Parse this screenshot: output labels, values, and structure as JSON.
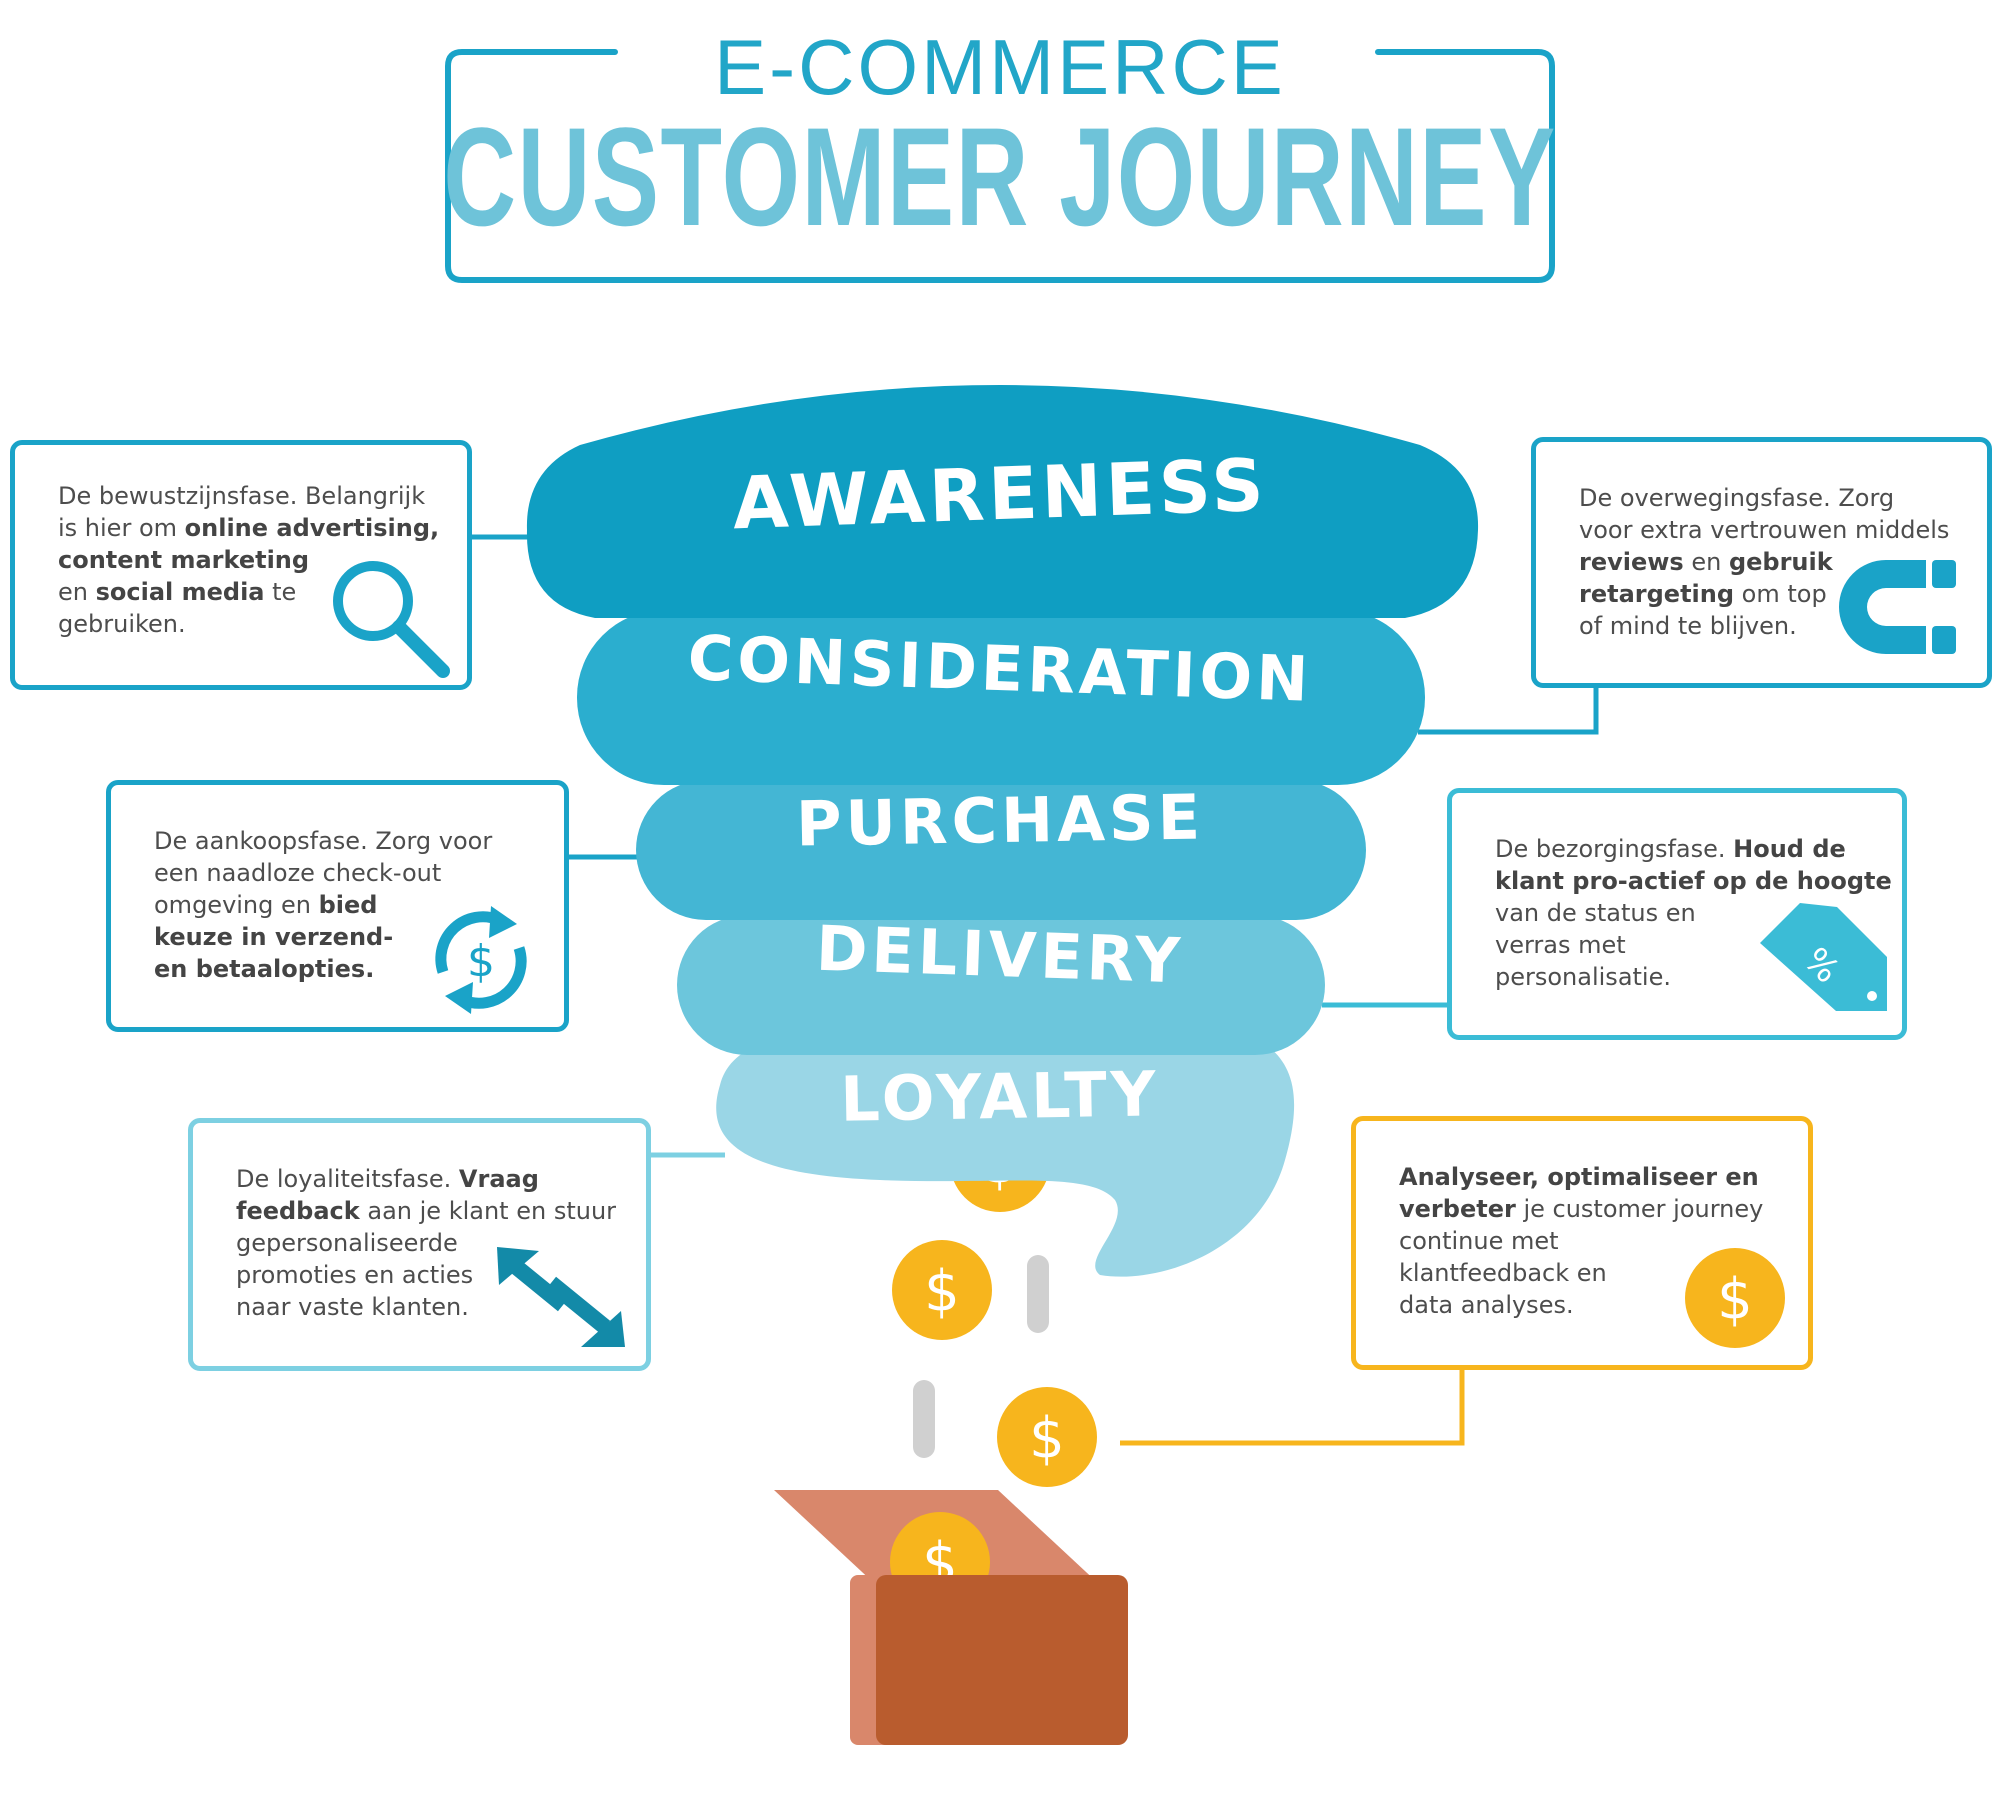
{
  "title": {
    "top": "E-COMMERCE",
    "main": "CUSTOMER JOURNEY"
  },
  "stages": [
    {
      "label": "AWARENESS",
      "color": "#0f9ec2"
    },
    {
      "label": "CONSIDERATION",
      "color": "#2baecf"
    },
    {
      "label": "PURCHASE",
      "color": "#44b6d4"
    },
    {
      "label": "DELIVERY",
      "color": "#6cc6dc"
    },
    {
      "label": "LOYALTY",
      "color": "#9ad6e6"
    }
  ],
  "boxes": {
    "awareness": {
      "p1": "De bewustzijnsfase. Belangrijk",
      "p2": "is hier om ",
      "b1": "online advertising,",
      "b2": "content marketing",
      "p3": "en ",
      "b3": "social media",
      "p4": " te",
      "p5": "gebruiken.",
      "icon": "search-icon",
      "color": "#1aa3c8"
    },
    "consideration": {
      "p1": "De overwegingsfase. Zorg",
      "p2": "voor extra vertrouwen middels",
      "b1": "reviews",
      "p3": " en ",
      "b2": "gebruik",
      "b3": "retargeting",
      "p4": " om top",
      "p5": "of mind te blijven.",
      "icon": "magnet-icon",
      "color": "#1aa3c8"
    },
    "purchase": {
      "p1": "De aankoopsfase. Zorg voor",
      "p2": "een naadloze check-out",
      "p3": "omgeving en ",
      "b1": "bied",
      "b2": "keuze in verzend-",
      "b3": "en betaalopties.",
      "icon": "dollar-cycle-icon",
      "color": "#1aa3c8"
    },
    "delivery": {
      "p1": "De bezorgingsfase. ",
      "b1": "Houd de",
      "b2": "klant pro-actief op de hoogte",
      "p2": "van de status en",
      "p3": "verras met",
      "p4": "personalisatie.",
      "icon": "discount-tag-icon",
      "color": "#3bbcd6"
    },
    "loyalty": {
      "p1": "De loyaliteitsfase. ",
      "b1": "Vraag",
      "b2": "feedback",
      "p2": " aan je klant en stuur",
      "p3": "gepersonaliseerde",
      "p4": "promoties en acties",
      "p5": "naar vaste klanten.",
      "icon": "exchange-arrows-icon",
      "color": "#7dd0e2"
    },
    "analyse": {
      "b1": "Analyseer, optimaliseer en",
      "b2": "verbeter",
      "p1": " je customer journey",
      "p2": "continue met",
      "p3": "klantfeedback en",
      "p4": "data analyses.",
      "icon": "dollar-coin-icon",
      "color": "#f7b51d"
    }
  },
  "colors": {
    "coin": "#f7b51d",
    "coin_symbol": "#ffffff",
    "wallet_front": "#b95c2e",
    "wallet_back": "#d9876b",
    "motion_line": "#d0d0d0",
    "title_frame": "#1aa3c8"
  }
}
